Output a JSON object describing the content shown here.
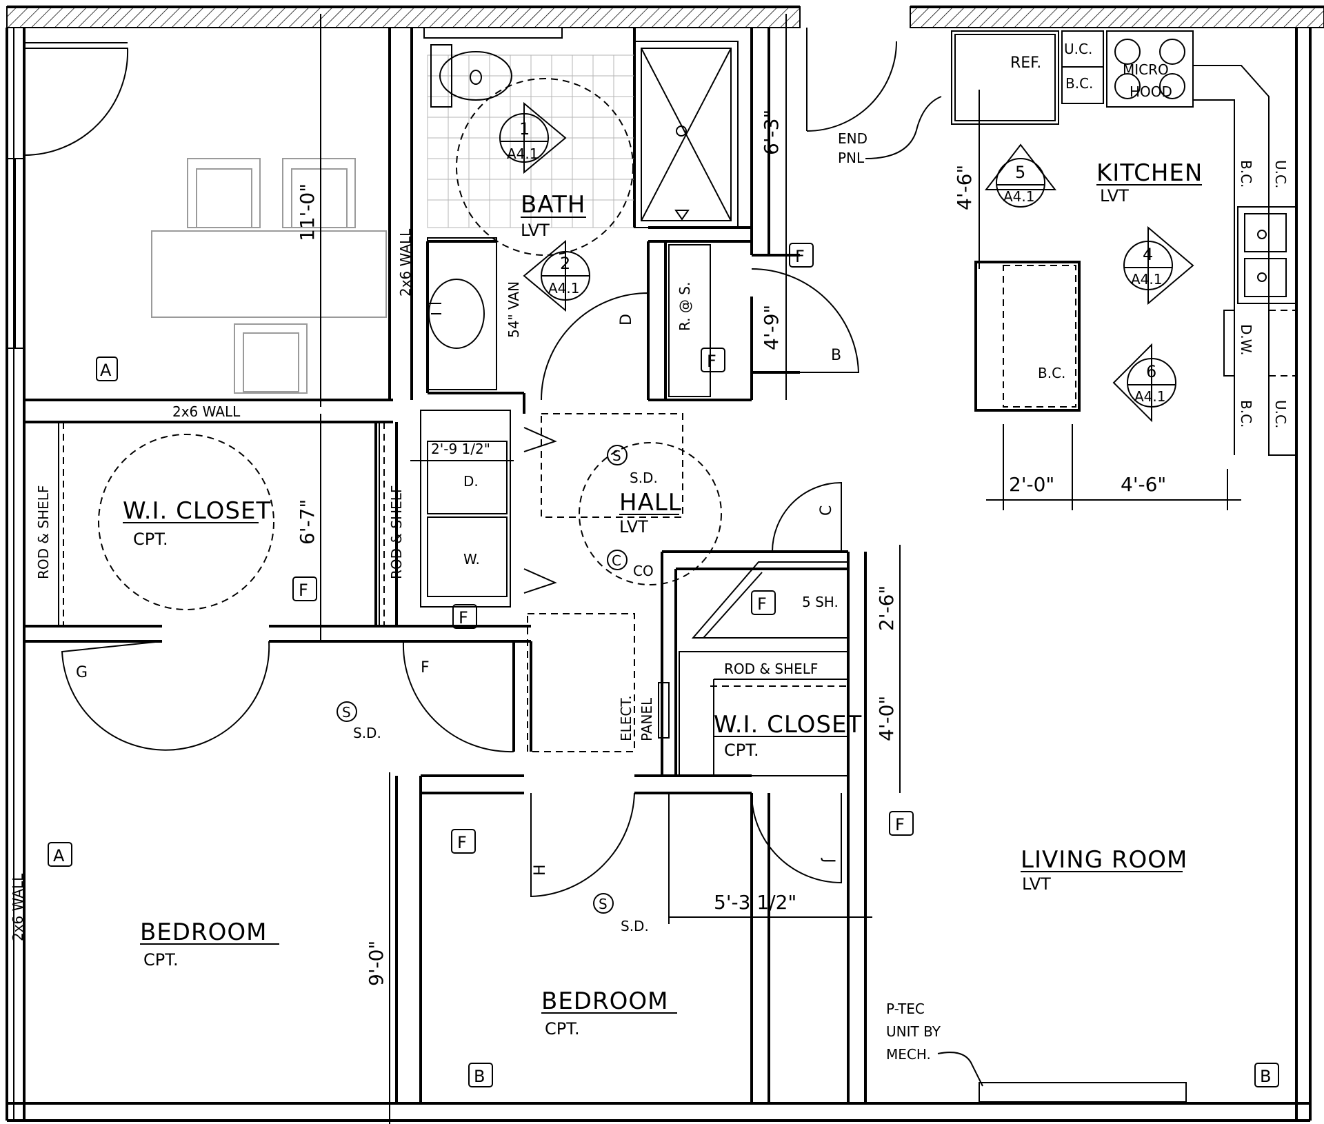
{
  "rooms": {
    "bath": {
      "name": "BATH",
      "finish": "LVT"
    },
    "kitchen": {
      "name": "KITCHEN",
      "finish": "LVT"
    },
    "hall": {
      "name": "HALL",
      "finish": "LVT"
    },
    "closet_left": {
      "name": "W.I. CLOSET",
      "finish": "CPT."
    },
    "closet_center": {
      "name": "W.I. CLOSET",
      "finish": "CPT."
    },
    "bedroom_left": {
      "name": "BEDROOM",
      "finish": "CPT."
    },
    "bedroom_center": {
      "name": "BEDROOM",
      "finish": "CPT."
    },
    "living": {
      "name": "LIVING ROOM",
      "finish": "LVT"
    }
  },
  "fixtures": {
    "ref": "REF.",
    "uc": "U.C.",
    "bc": "B.C.",
    "micro": "MICRO",
    "hood": "HOOD",
    "dw": "D.W.",
    "island_bc": "B.C.",
    "end_pnl_1": "END",
    "end_pnl_2": "PNL",
    "van": "54\" VAN",
    "ros": "R. @ S.",
    "dryer": "D.",
    "washer": "W.",
    "elect_1": "ELECT.",
    "elect_2": "PANEL",
    "shelves": "5 SH.",
    "rod_shelf": "ROD & SHELF",
    "ptec_1": "P-TEC",
    "ptec_2": "UNIT BY",
    "ptec_3": "MECH.",
    "wall_2x6": "2x6 WALL",
    "sd": "S.D.",
    "co": "CO",
    "s": "S",
    "c": "C"
  },
  "doors": {
    "b": "B",
    "c": "C",
    "d": "D",
    "f": "F",
    "g": "G",
    "h": "H",
    "j": "J"
  },
  "dimensions": {
    "d_11_0": "11'-0\"",
    "d_6_3": "6'-3\"",
    "d_4_9": "4'-9\"",
    "d_4_6_v": "4'-6\"",
    "d_2_0": "2'-0\"",
    "d_4_6_h": "4'-6\"",
    "d_6_7": "6'-7\"",
    "d_2_9h": "2'-9 1/2\"",
    "d_2_6": "2'-6\"",
    "d_4_0": "4'-0\"",
    "d_5_3h": "5'-3 1/2\"",
    "d_9_0": "9'-0\""
  },
  "tags": {
    "elev_1": {
      "num": "1",
      "sheet": "A4.1"
    },
    "elev_2": {
      "num": "2",
      "sheet": "A4.1"
    },
    "elev_4": {
      "num": "4",
      "sheet": "A4.1"
    },
    "elev_5": {
      "num": "5",
      "sheet": "A4.1"
    },
    "elev_6": {
      "num": "6",
      "sheet": "A4.1"
    },
    "wall_a": "A",
    "wall_b": "B",
    "wall_f": "F"
  }
}
